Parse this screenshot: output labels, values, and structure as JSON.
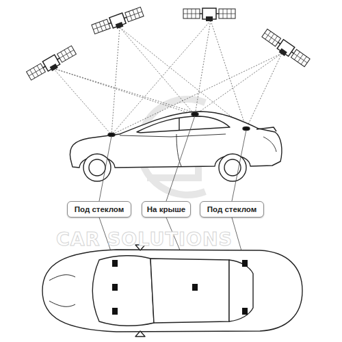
{
  "diagram": {
    "nodes": [
      {
        "text": [
          "Под стеклом"
        ]
      },
      {
        "text": [
          "На крыше"
        ]
      },
      {
        "text": [
          "Под стеклом"
        ]
      }
    ],
    "labels": [
      "CAR SOLUTIONS"
    ]
  }
}
